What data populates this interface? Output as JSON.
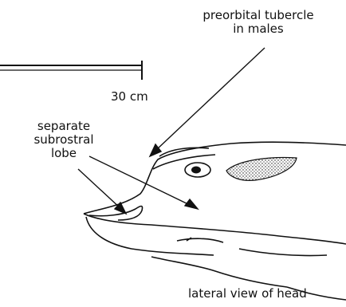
{
  "labels": {
    "preorbital_line1": "preorbital tubercle",
    "preorbital_line2": "in males",
    "scale": "30 cm",
    "subrostral_line1": "separate",
    "subrostral_line2": "subrostral",
    "subrostral_line3": "lobe",
    "caption": "lateral view of head"
  },
  "colors": {
    "ink": "#111111"
  }
}
